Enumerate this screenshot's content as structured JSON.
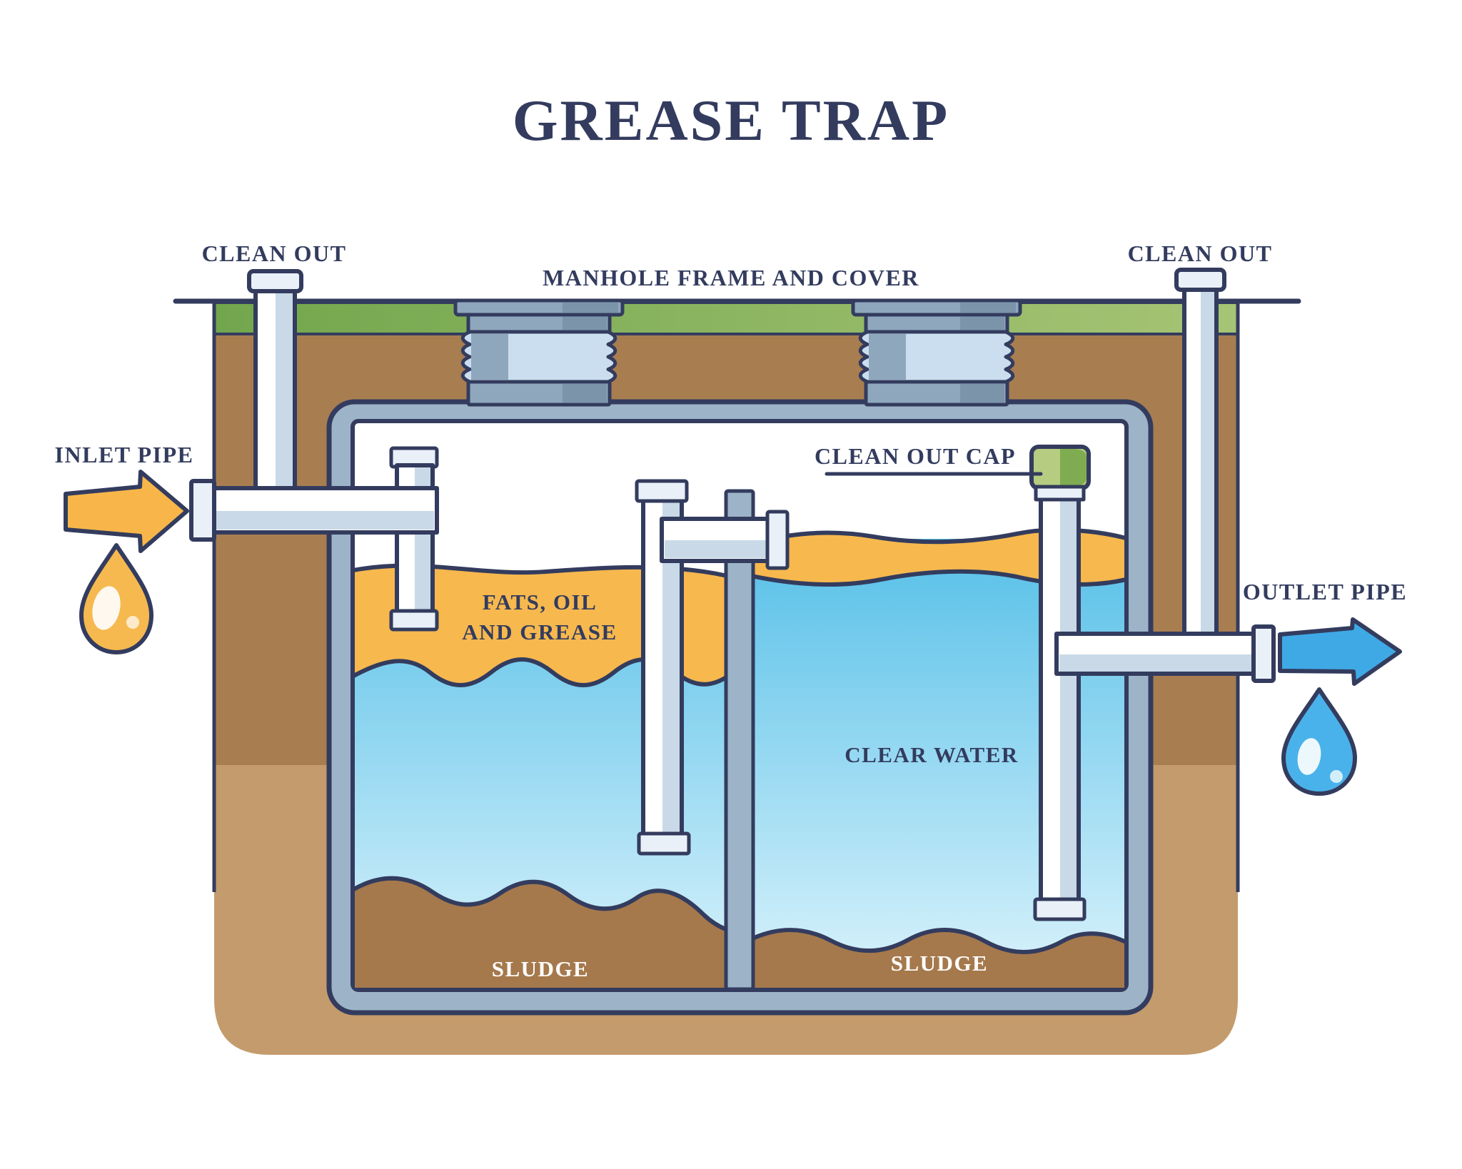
{
  "title": "GREASE TRAP",
  "labels": {
    "clean_out_left": "CLEAN OUT",
    "clean_out_right": "CLEAN OUT",
    "manhole_frame_and_cover": "MANHOLE FRAME AND COVER",
    "inlet_pipe": "INLET PIPE",
    "outlet_pipe": "OUTLET PIPE",
    "clean_out_cap": "CLEAN OUT CAP",
    "fats_oil_line1": "FATS, OIL",
    "fats_oil_line2": "AND GREASE",
    "clear_water": "CLEAR WATER",
    "sludge_left": "SLUDGE",
    "sludge_right": "SLUDGE"
  },
  "icons": {
    "inlet_flow_arrow": "right-arrow",
    "outlet_flow_arrow": "right-arrow",
    "grease_droplet": "droplet",
    "water_droplet": "droplet"
  },
  "palette": {
    "outline": "#333C5E",
    "text": "#333C5E",
    "grass_left": "#72A64D",
    "grass_right": "#A6C475",
    "soil_upper": "#A87E51",
    "soil_lower": "#C49B6C",
    "tank_wall": "#9DB4C8",
    "chamber_bg": "#FFFFFF",
    "manhole_base": "#8FA7BD",
    "manhole_shade": "#7B94AA",
    "manhole_bellows": "#CBDEEF",
    "pipe_fill": "#FFFFFF",
    "pipe_shade": "#C9D9E7",
    "pipe_collar": "#E9F0F8",
    "fog_orange": "#F7B84E",
    "water_top": "#55BFE8",
    "water_bottom": "#D8F2FB",
    "sludge_brown": "#A5794C",
    "inlet_arrow_orange": "#F8B64A",
    "grease_droplet_orange": "#F6B94F",
    "outlet_arrow_blue": "#3FA9E6",
    "water_droplet_blue": "#4AB2EA",
    "cap_green_light": "#B6CC80",
    "cap_green_dark": "#7FAC50",
    "sludge_text": "#FFFFFF"
  }
}
